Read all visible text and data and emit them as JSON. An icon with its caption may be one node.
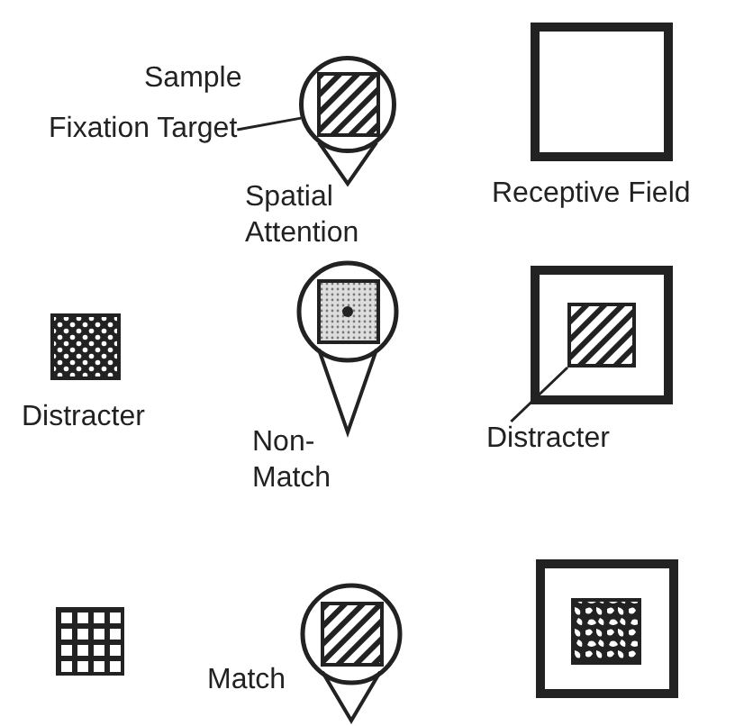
{
  "diagram": {
    "nodes": [
      {
        "text": [
          "Fixation Target"
        ]
      },
      {
        "text": [],
        "shape": "circle"
      },
      {
        "text": [
          "Distracter"
        ]
      },
      {
        "text": [],
        "shape": "box"
      }
    ],
    "edges": [
      {
        "from": 0,
        "to": 1,
        "arrow": "none"
      },
      {
        "from": 2,
        "to": 3,
        "arrow": "none"
      }
    ],
    "labels": [
      "Sample",
      "Spatial Attention",
      "Receptive Field",
      "Distracter",
      "Non-Match",
      "Match"
    ]
  }
}
